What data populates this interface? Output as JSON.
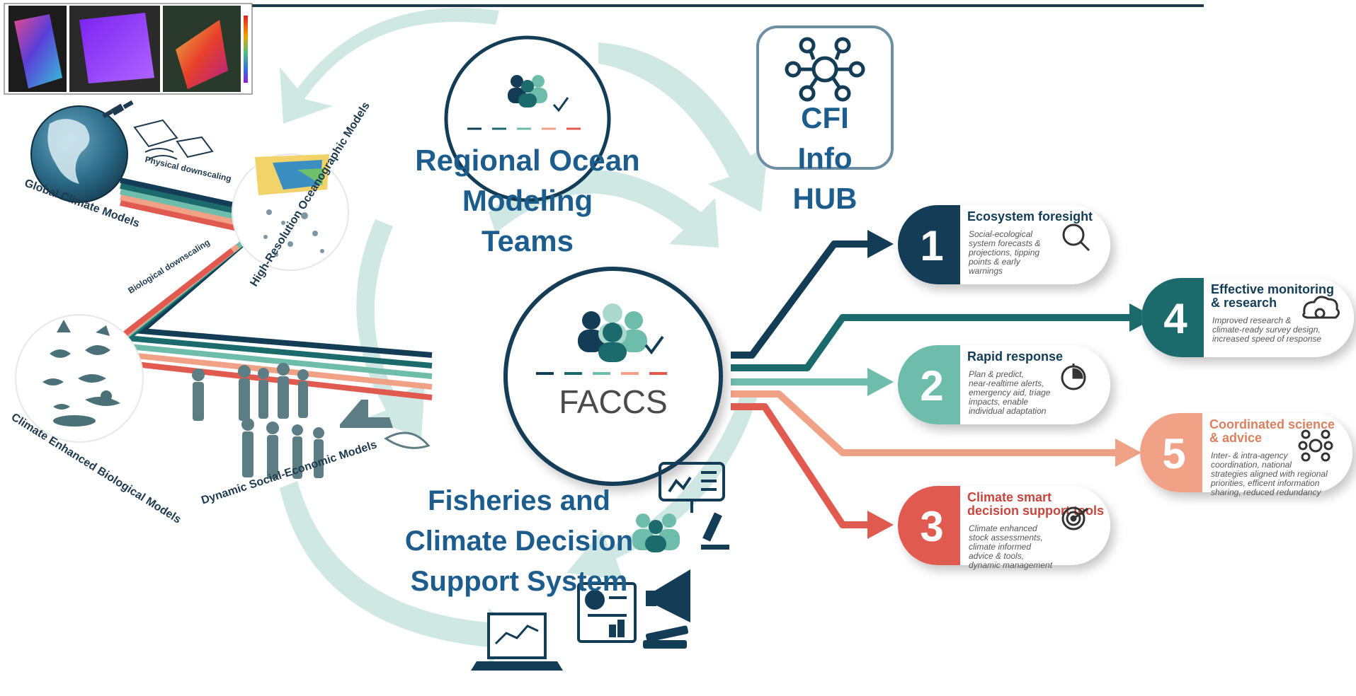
{
  "regional": {
    "title": "Regional Ocean Modeling Teams"
  },
  "hub": {
    "title": "CFI Info HUB"
  },
  "center": {
    "label": "FACCS"
  },
  "decision": {
    "title": "Fisheries and Climate Decision Support System"
  },
  "left_labels": {
    "global": "Global Climate Models",
    "physical": "Physical downscaling",
    "highres": "High-Resolution Oceanographic Models",
    "biological": "Biological downscaling",
    "enhanced": "Climate Enhanced Biological Models",
    "social": "Dynamic Social-Economic Models"
  },
  "outcomes": [
    {
      "number": "1",
      "title": "Ecosystem foresight",
      "desc": "Social-ecological system forecasts & projections, tipping points & early warnings",
      "color": "#133d57",
      "icon": "magnifier-icon"
    },
    {
      "number": "2",
      "title": "Rapid response",
      "desc": "Plan & predict, near-realtime alerts, emergency aid, triage impacts, enable individual adaptation",
      "color": "#6ebcaa",
      "icon": "stopwatch-icon"
    },
    {
      "number": "3",
      "title": "Climate smart decision support tools",
      "desc": "Climate enhanced stock assessments, climate informed advice & tools, dynamic management",
      "color": "#e05a4f",
      "icon": "target-icon"
    },
    {
      "number": "4",
      "title": "Effective monitoring & research",
      "desc": "Improved research & climate-ready survey design, increased speed of response",
      "color": "#1b6a6c",
      "icon": "cloud-gear-icon"
    },
    {
      "number": "5",
      "title": "Coordinated science & advice",
      "desc": "Inter- & intra-agency coordination, national strategies aligned with regional priorities, efficent information sharing, reduced redundancy",
      "color": "#f0a186",
      "icon": "network-icon"
    }
  ],
  "colors": {
    "navy": "#133d57",
    "teal": "#1b6a6c",
    "mint": "#6ebcaa",
    "salmon": "#f0a186",
    "coral": "#e05a4f",
    "label_blue": "#1d5d8e",
    "cycle": "#cfe8e3"
  }
}
